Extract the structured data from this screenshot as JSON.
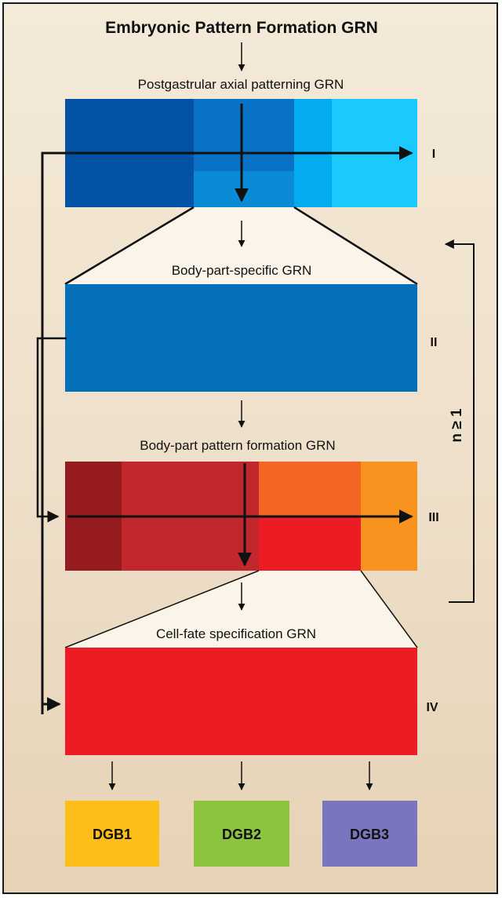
{
  "title": "Embryonic Pattern Formation GRN",
  "levels": [
    {
      "label": "Postgastrular axial patterning GRN",
      "numeral": "I"
    },
    {
      "label": "Body-part-specific GRN",
      "numeral": "II"
    },
    {
      "label": "Body-part pattern formation GRN",
      "numeral": "III"
    },
    {
      "label": "Cell-fate specification GRN",
      "numeral": "IV"
    }
  ],
  "feedback_label": "n ≥ 1",
  "outputs": [
    {
      "label": "DGB1",
      "color": "#fdbe1a"
    },
    {
      "label": "DGB2",
      "color": "#8bc53f"
    },
    {
      "label": "DGB3",
      "color": "#7776bf"
    }
  ],
  "colors": {
    "blue_dark": "#0352a5",
    "blue_mid": "#0a72c4",
    "blue_mid2": "#0b8ad6",
    "blue_light": "#02acef",
    "blue_lightest": "#1bc9fe",
    "blue_body": "#0570ba",
    "red_dark": "#961b1f",
    "red_mid": "#c1272d",
    "orange_mid": "#f26523",
    "red_bright": "#ed1c24",
    "orange_light": "#f7931e"
  }
}
